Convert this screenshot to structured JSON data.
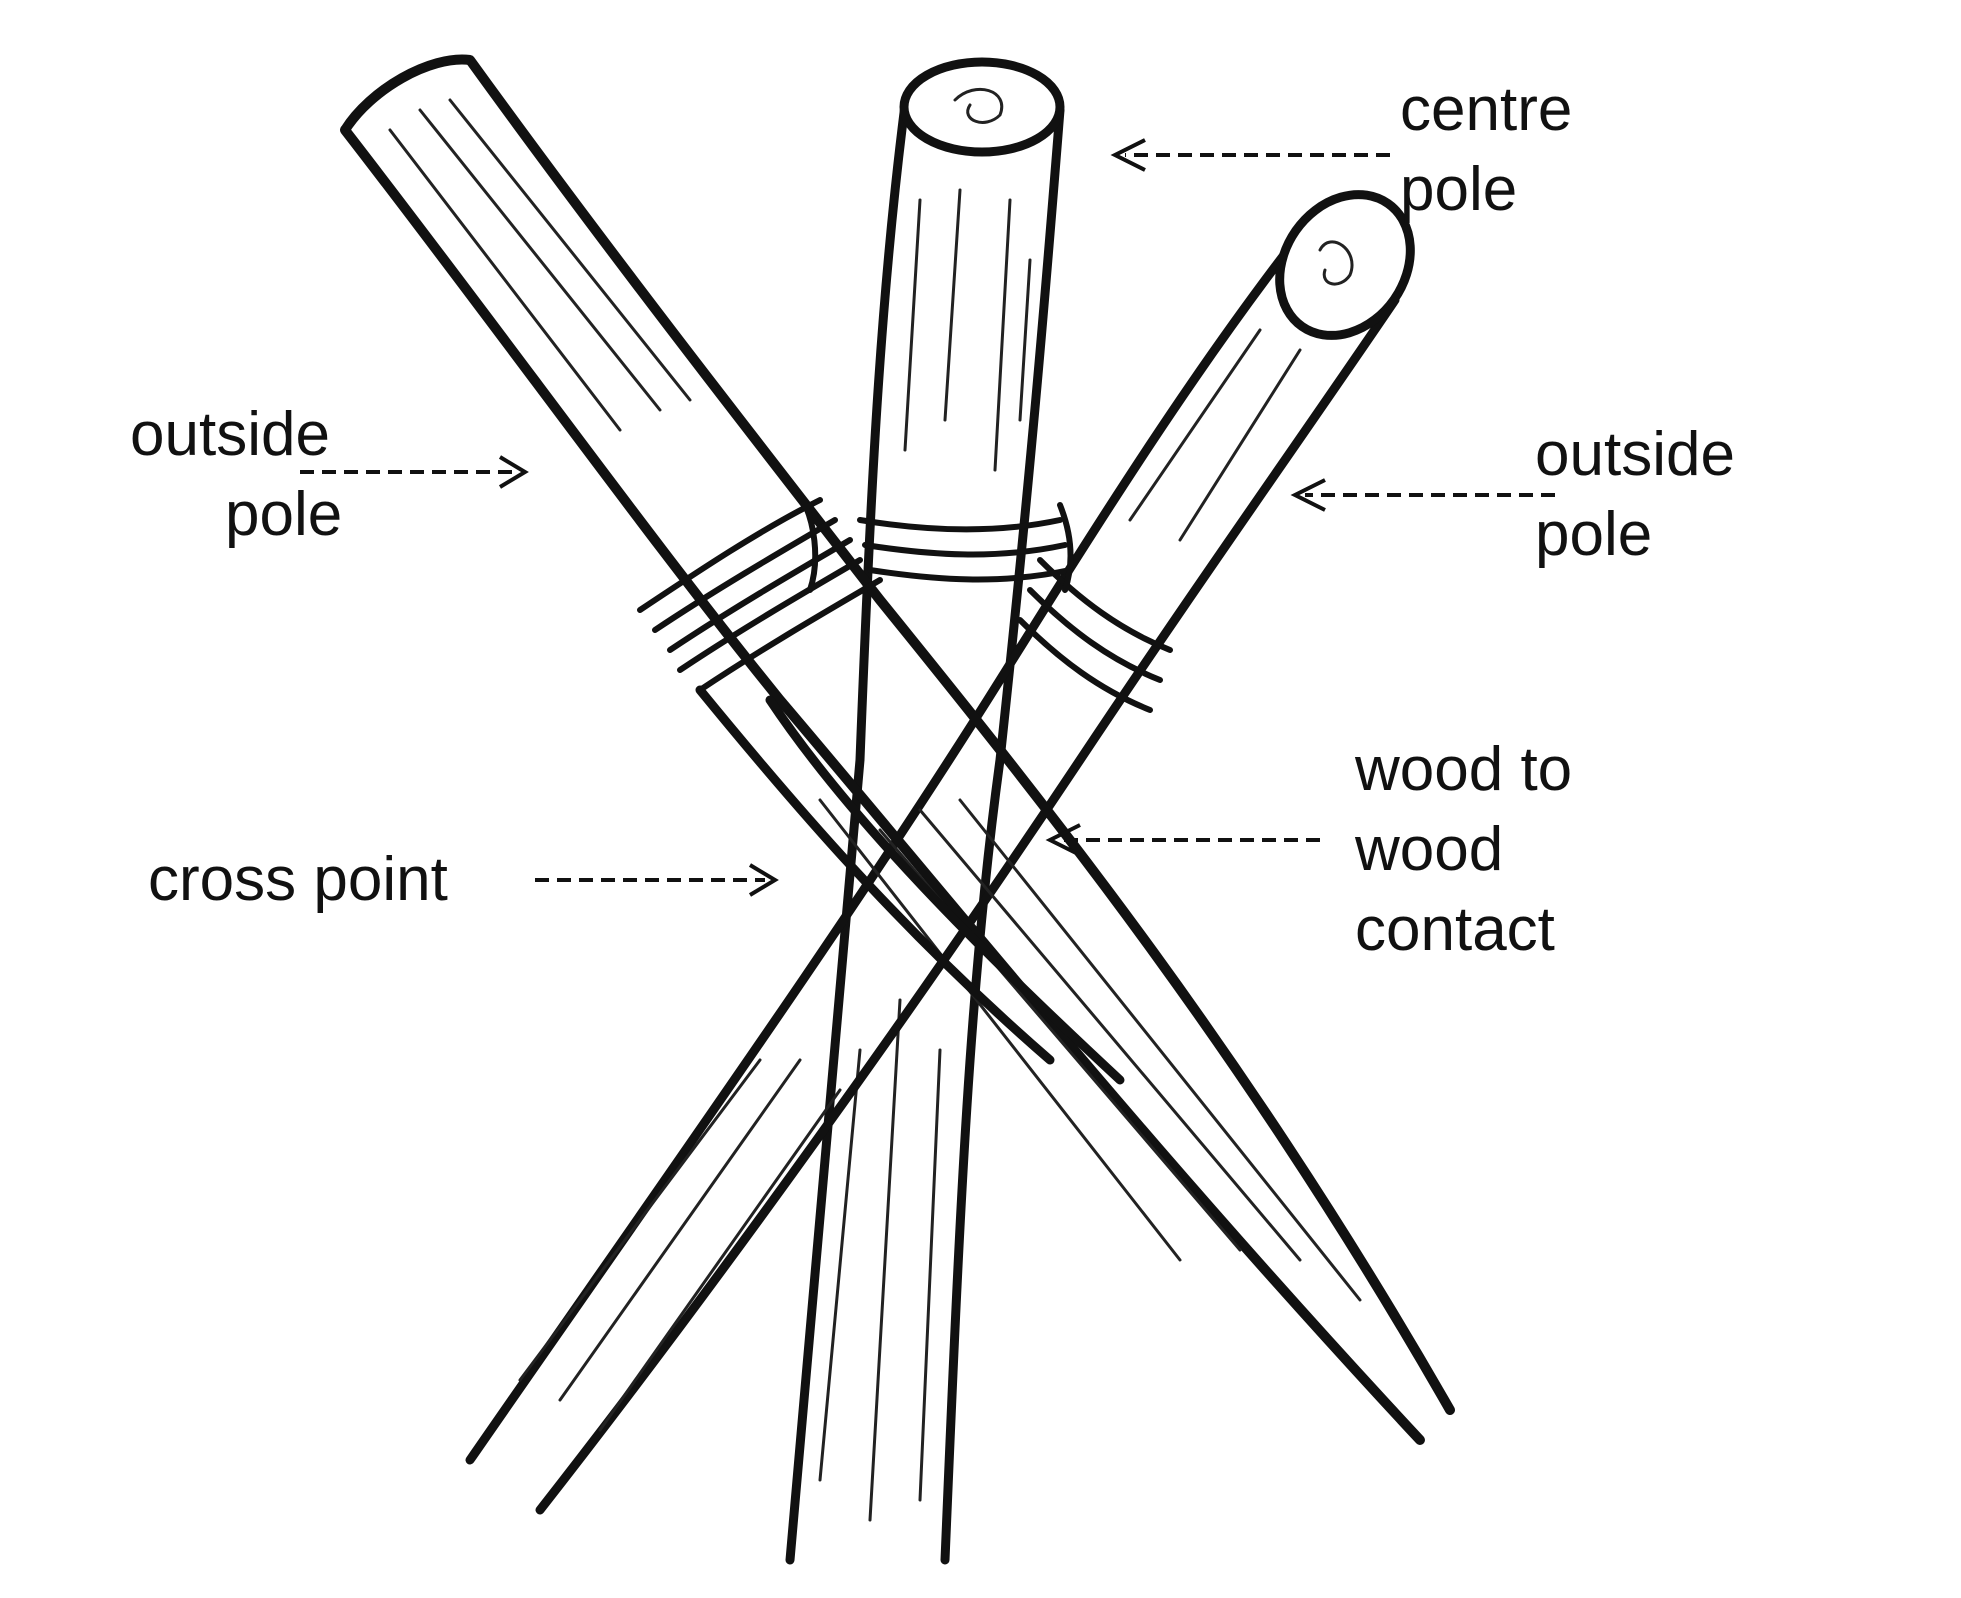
{
  "labels": {
    "centre_pole": [
      "centre",
      "pole"
    ],
    "outside_pole_left": [
      "outside",
      "pole"
    ],
    "outside_pole_right": [
      "outside",
      "pole"
    ],
    "cross_point": [
      "cross point"
    ],
    "wood_to_wood": [
      "wood to",
      "wood",
      "contact"
    ]
  },
  "colors": {
    "ink": "#111111",
    "paper": "#ffffff"
  }
}
